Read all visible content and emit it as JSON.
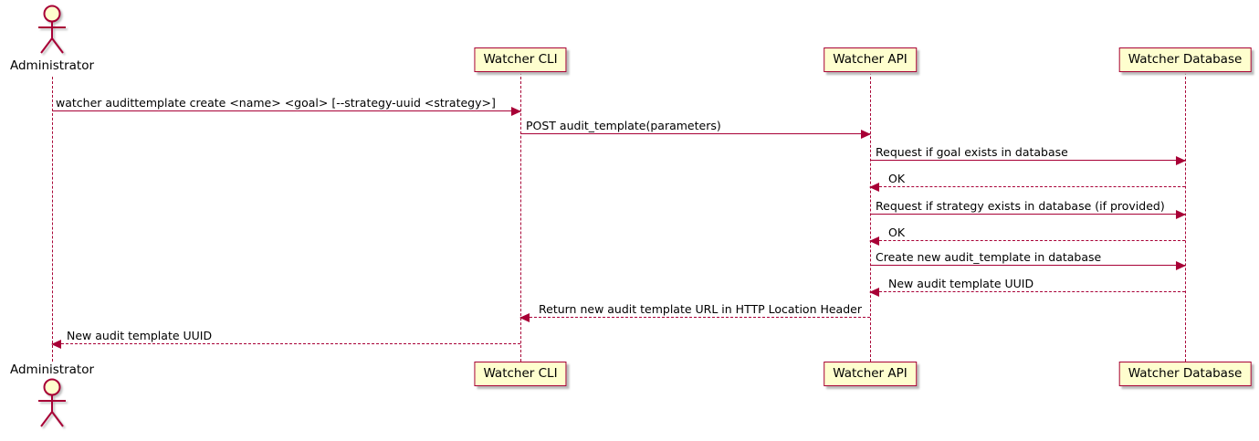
{
  "diagram": {
    "type": "sequence",
    "colors": {
      "accent": "#A80036",
      "participant_fill": "#FEFECE",
      "shadow": "#bbbbbb",
      "text": "#000000",
      "background": "#ffffff"
    },
    "actors": [
      {
        "label": "Administrator"
      }
    ],
    "participants": [
      {
        "label": "Watcher CLI"
      },
      {
        "label": "Watcher API"
      },
      {
        "label": "Watcher Database"
      }
    ],
    "messages": [
      {
        "from": "Administrator",
        "to": "Watcher CLI",
        "style": "solid",
        "text": "watcher audittemplate create <name> <goal> [--strategy-uuid <strategy>]"
      },
      {
        "from": "Watcher CLI",
        "to": "Watcher API",
        "style": "solid",
        "text": "POST audit_template(parameters)"
      },
      {
        "from": "Watcher API",
        "to": "Watcher Database",
        "style": "solid",
        "text": "Request if goal exists in database"
      },
      {
        "from": "Watcher Database",
        "to": "Watcher API",
        "style": "dashed",
        "text": "OK"
      },
      {
        "from": "Watcher API",
        "to": "Watcher Database",
        "style": "solid",
        "text": "Request if strategy exists in database (if provided)"
      },
      {
        "from": "Watcher Database",
        "to": "Watcher API",
        "style": "dashed",
        "text": "OK"
      },
      {
        "from": "Watcher API",
        "to": "Watcher Database",
        "style": "solid",
        "text": "Create new audit_template in database"
      },
      {
        "from": "Watcher Database",
        "to": "Watcher API",
        "style": "dashed",
        "text": "New audit template UUID"
      },
      {
        "from": "Watcher API",
        "to": "Watcher CLI",
        "style": "dashed",
        "text": "Return new audit template URL in HTTP Location Header"
      },
      {
        "from": "Watcher CLI",
        "to": "Administrator",
        "style": "dashed",
        "text": "New audit template UUID"
      }
    ]
  }
}
